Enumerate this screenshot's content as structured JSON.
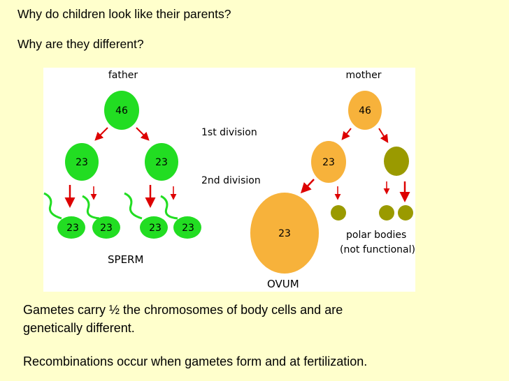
{
  "questions": {
    "q1": "Why do children look like their parents?",
    "q2": "Why are they different?"
  },
  "diagram": {
    "father_label": "father",
    "mother_label": "mother",
    "father_cell": "46",
    "mother_cell": "46",
    "first_division": "1st division",
    "second_division": "2nd division",
    "father_gametes": [
      "23",
      "23"
    ],
    "mother_secondary": "23",
    "sperm_values": [
      "23",
      "23",
      "23",
      "23"
    ],
    "sperm_label": "SPERM",
    "ovum_value": "23",
    "ovum_label": "OVUM",
    "polar_label_1": "polar bodies",
    "polar_label_2": "(not functional)",
    "colors": {
      "male_cell": "#22dd22",
      "female_cell": "#f7b23b",
      "polar_body": "#9a9a00",
      "arrow": "#dd0000"
    }
  },
  "bullets": {
    "b1_line1": "Gametes carry ½ the chromosomes of body cells and are",
    "b1_line2": "genetically different.",
    "b2": "Recombinations occur when gametes form and at fertilization."
  }
}
